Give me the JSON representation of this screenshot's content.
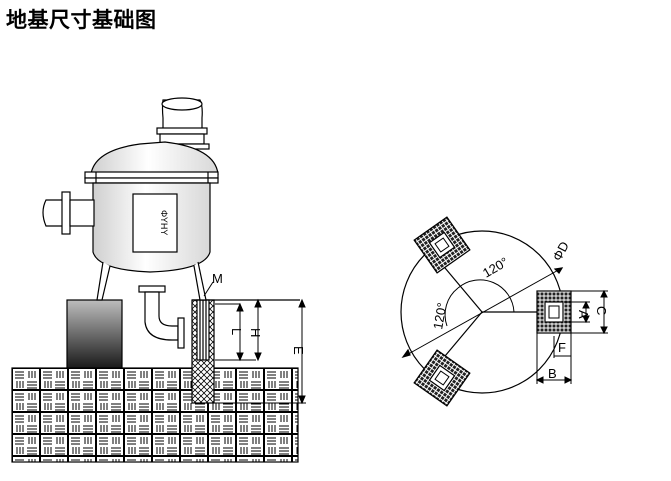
{
  "title": "地基尺寸基础图",
  "elevation": {
    "callout": "M",
    "dims": {
      "L": "L",
      "H": "H",
      "E": "E"
    },
    "panel_text": "ΦΥΗΥ"
  },
  "plan": {
    "angle_upper": "120°",
    "angle_left": "120°",
    "diameter": "ΦD",
    "dims": {
      "A": "A",
      "B": "B",
      "C": "C",
      "F": "F"
    }
  },
  "colors": {
    "line": "#000000",
    "pad_dark": "#3a3a3a"
  }
}
